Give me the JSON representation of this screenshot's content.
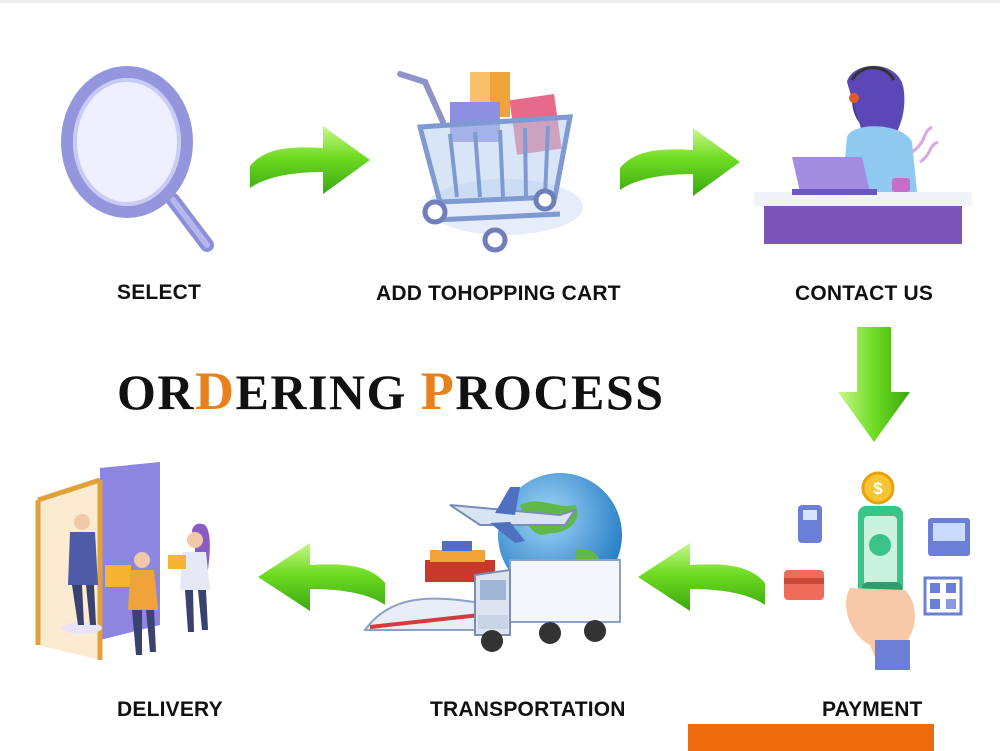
{
  "steps": {
    "select": "SELECT",
    "cart": "ADD TOHOPPING CART",
    "contact": "CONTACT US",
    "payment": "PAYMENT",
    "transport": "TRANSPORTATION",
    "delivery": "DELIVERY"
  },
  "title": {
    "part1": "OR",
    "hl1": "D",
    "part2": "ERING ",
    "hl2": "P",
    "part3": "ROCESS"
  },
  "colors": {
    "accent": "#e8801c",
    "arrow": "#5fd41c",
    "bar": "#ec6b0c"
  },
  "icons": [
    "magnifier-icon",
    "shopping-cart-icon",
    "customer-service-icon",
    "mobile-payment-icon",
    "transport-icon",
    "delivery-icon",
    "arrow-icon"
  ],
  "payment_icon_text": "$"
}
